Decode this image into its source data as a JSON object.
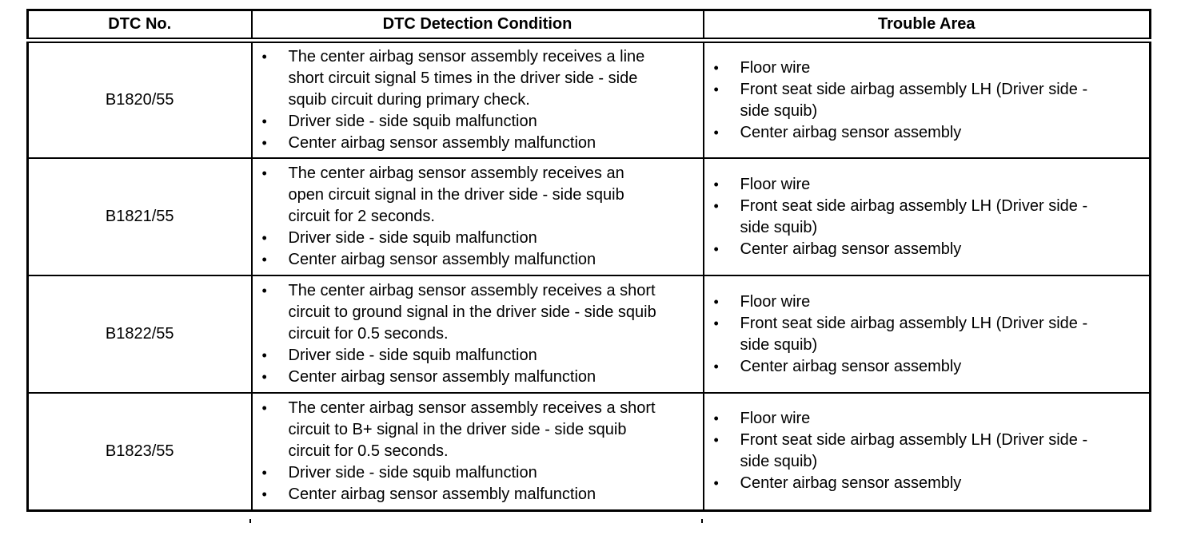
{
  "glyphs": {
    "bullet": "•"
  },
  "colors": {
    "border": "#000000",
    "text": "#000000",
    "background": "#ffffff"
  },
  "table": {
    "headers": [
      "DTC No.",
      "DTC Detection Condition",
      "Trouble Area"
    ],
    "rows": [
      {
        "dtc_no": "B1820/55",
        "detection_conditions": [
          "The center airbag sensor assembly receives a line short circuit signal 5 times in the driver side - side squib circuit during primary check.",
          "Driver side - side squib malfunction",
          "Center airbag sensor assembly malfunction"
        ],
        "trouble_areas": [
          "Floor wire",
          "Front seat side airbag assembly LH (Driver side - side squib)",
          "Center airbag sensor assembly"
        ]
      },
      {
        "dtc_no": "B1821/55",
        "detection_conditions": [
          "The center airbag sensor assembly receives an open circuit signal in the driver side - side squib circuit for 2 seconds.",
          "Driver side - side squib malfunction",
          "Center airbag sensor assembly malfunction"
        ],
        "trouble_areas": [
          "Floor wire",
          "Front seat side airbag assembly LH (Driver side - side squib)",
          "Center airbag sensor assembly"
        ]
      },
      {
        "dtc_no": "B1822/55",
        "detection_conditions": [
          "The center airbag sensor assembly receives a short circuit to ground signal in the driver side - side squib circuit for 0.5 seconds.",
          "Driver side - side squib malfunction",
          "Center airbag sensor assembly malfunction"
        ],
        "trouble_areas": [
          "Floor wire",
          "Front seat side airbag assembly LH (Driver side - side squib)",
          "Center airbag sensor assembly"
        ]
      },
      {
        "dtc_no": "B1823/55",
        "detection_conditions": [
          "The center airbag sensor assembly receives a short circuit to B+ signal in the driver side - side squib circuit for 0.5 seconds.",
          "Driver side - side squib malfunction",
          "Center airbag sensor assembly malfunction"
        ],
        "trouble_areas": [
          "Floor wire",
          "Front seat side airbag assembly LH (Driver side - side squib)",
          "Center airbag sensor assembly"
        ]
      }
    ]
  }
}
